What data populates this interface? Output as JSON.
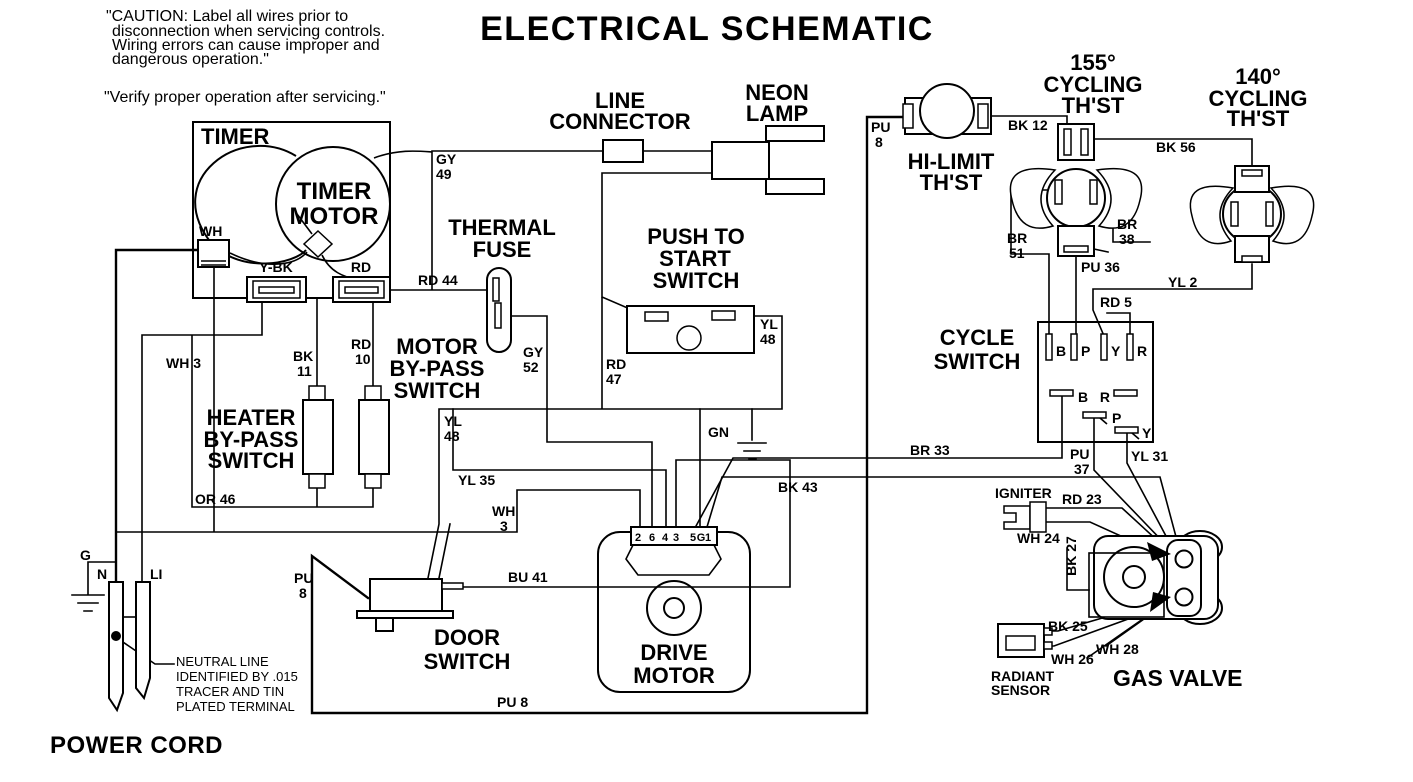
{
  "colors": {
    "ink": "#000000",
    "paper": "#ffffff"
  },
  "title": "ELECTRICAL SCHEMATIC",
  "notes": {
    "caution": [
      "\"CAUTION: Label all wires prior to",
      "disconnection when servicing controls.",
      "Wiring errors can cause improper and",
      "dangerous operation.\""
    ],
    "verify": "\"Verify proper operation after servicing.\"",
    "neutral": [
      "NEUTRAL LINE",
      "IDENTIFIED BY .015",
      "TRACER AND TIN",
      "PLATED TERMINAL"
    ]
  },
  "components": {
    "timer": {
      "label": "TIMER",
      "motor": [
        "TIMER",
        "MOTOR"
      ],
      "terminals": {
        "wh": "WH",
        "ybk": "Y-BK",
        "rd": "RD"
      }
    },
    "line_connector": [
      "LINE",
      "CONNECTOR"
    ],
    "neon_lamp": [
      "NEON",
      "LAMP"
    ],
    "thermal_fuse": [
      "THERMAL",
      "FUSE"
    ],
    "push_to_start": [
      "PUSH TO",
      "START",
      "SWITCH"
    ],
    "motor_bypass": [
      "MOTOR",
      "BY-PASS",
      "SWITCH"
    ],
    "heater_bypass": [
      "HEATER",
      "BY-PASS",
      "SWITCH"
    ],
    "door_switch": [
      "DOOR",
      "SWITCH"
    ],
    "drive_motor": {
      "label": [
        "DRIVE",
        "MOTOR"
      ],
      "pins": [
        "2",
        "6",
        "4",
        "3",
        "5",
        "G",
        "1"
      ]
    },
    "hi_limit": [
      "HI-LIMIT",
      "TH'ST"
    ],
    "cycling_155": [
      "155°",
      "CYCLING",
      "TH'ST"
    ],
    "cycling_140": [
      "140°",
      "CYCLING",
      "TH'ST"
    ],
    "cycle_switch": {
      "label": [
        "CYCLE",
        "SWITCH"
      ],
      "top_terminals": [
        "B",
        "P",
        "Y",
        "R"
      ],
      "bottom_terminals": [
        "B",
        "R",
        "P",
        "Y"
      ]
    },
    "igniter": "IGNITER",
    "radiant_sensor": [
      "RADIANT",
      "SENSOR"
    ],
    "gas_valve": "GAS VALVE",
    "power_cord": {
      "label": "POWER CORD",
      "terminals": [
        "G",
        "N",
        "LI"
      ]
    },
    "ground": "GN"
  },
  "wire_labels": {
    "gy49": [
      "GY",
      "49"
    ],
    "rd44": "RD 44",
    "wh3_left": "WH 3",
    "bk11": [
      "BK",
      "11"
    ],
    "rd10": [
      "RD",
      "10"
    ],
    "or46": "OR 46",
    "yl48_left": [
      "YL",
      "48"
    ],
    "yl35": "YL 35",
    "wh3_mid": [
      "WH",
      "3"
    ],
    "gy52": [
      "GY",
      "52"
    ],
    "rd47": [
      "RD",
      "47"
    ],
    "yl48_right": [
      "YL",
      "48"
    ],
    "bu41": "BU 41",
    "pu8_door": [
      "PU",
      "8"
    ],
    "pu8_bottom": "PU 8",
    "bk43": "BK 43",
    "br33": "BR 33",
    "pu8_top": [
      "PU",
      "8"
    ],
    "bk12": "BK 12",
    "bk56": "BK 56",
    "br51": [
      "BR",
      "51"
    ],
    "br38": [
      "BR",
      "38"
    ],
    "pu36": "PU 36",
    "yl2": "YL 2",
    "rd5": "RD 5",
    "pu37": [
      "PU",
      "37"
    ],
    "yl31": "YL 31",
    "rd23": "RD 23",
    "wh24": "WH 24",
    "bk27": "BK 27",
    "bk25": "BK 25",
    "wh26": "WH 26",
    "wh28": "WH 28"
  }
}
